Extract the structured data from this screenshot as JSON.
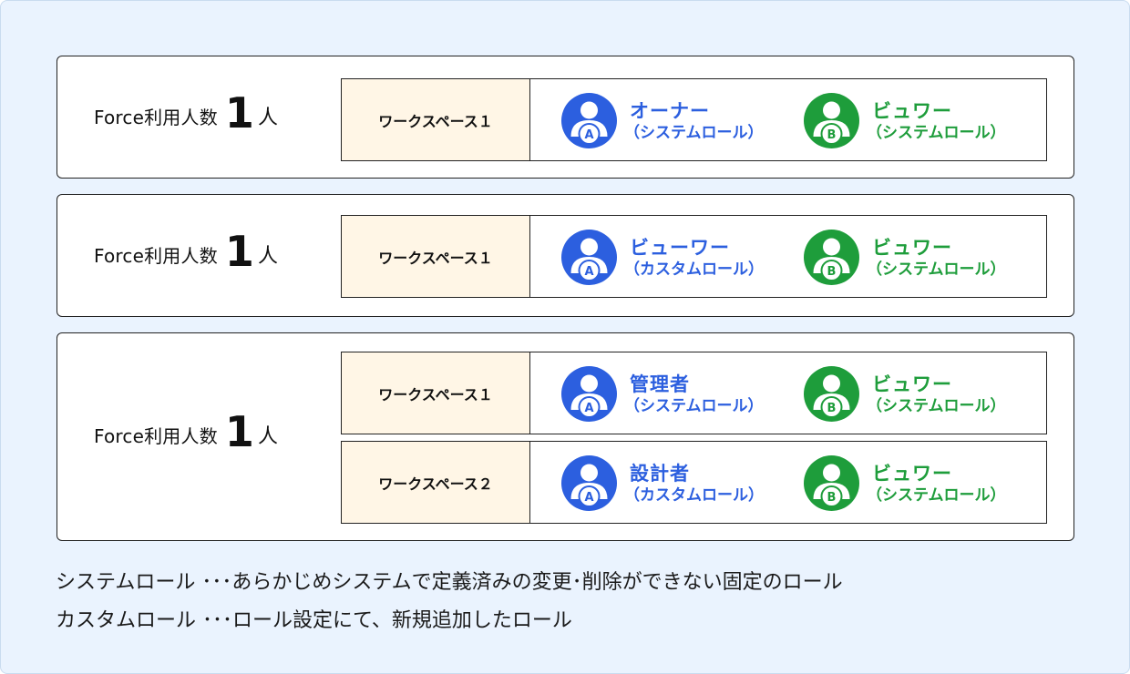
{
  "colors": {
    "background": "#EAF3FE",
    "workspace_fill": "#FFF6E6",
    "user_a": "#2C5FDF",
    "user_b": "#1E9D3B"
  },
  "groups": [
    {
      "count": {
        "label": "Force利用人数",
        "number": "1",
        "unit": "人"
      },
      "workspaces": [
        {
          "name": "ワークスペース１",
          "user_a": {
            "badge": "A",
            "role": "オーナー",
            "role_type": "（システムロール）"
          },
          "user_b": {
            "badge": "B",
            "role": "ビュワー",
            "role_type": "（システムロール）"
          }
        }
      ]
    },
    {
      "count": {
        "label": "Force利用人数",
        "number": "1",
        "unit": "人"
      },
      "workspaces": [
        {
          "name": "ワークスペース１",
          "user_a": {
            "badge": "A",
            "role": "ビューワー",
            "role_type": "（カスタムロール）"
          },
          "user_b": {
            "badge": "B",
            "role": "ビュワー",
            "role_type": "（システムロール）"
          }
        }
      ]
    },
    {
      "count": {
        "label": "Force利用人数",
        "number": "1",
        "unit": "人"
      },
      "workspaces": [
        {
          "name": "ワークスペース１",
          "user_a": {
            "badge": "A",
            "role": "管理者",
            "role_type": "（システムロール）"
          },
          "user_b": {
            "badge": "B",
            "role": "ビュワー",
            "role_type": "（システムロール）"
          }
        },
        {
          "name": "ワークスペース２",
          "user_a": {
            "badge": "A",
            "role": "設計者",
            "role_type": "（カスタムロール）"
          },
          "user_b": {
            "badge": "B",
            "role": "ビュワー",
            "role_type": "（システムロール）"
          }
        }
      ]
    }
  ],
  "notes": [
    "システムロール ･･･あらかじめシステムで定義済みの変更･削除ができない固定のロール",
    "カスタムロール ･･･ロール設定にて、新規追加したロール"
  ]
}
